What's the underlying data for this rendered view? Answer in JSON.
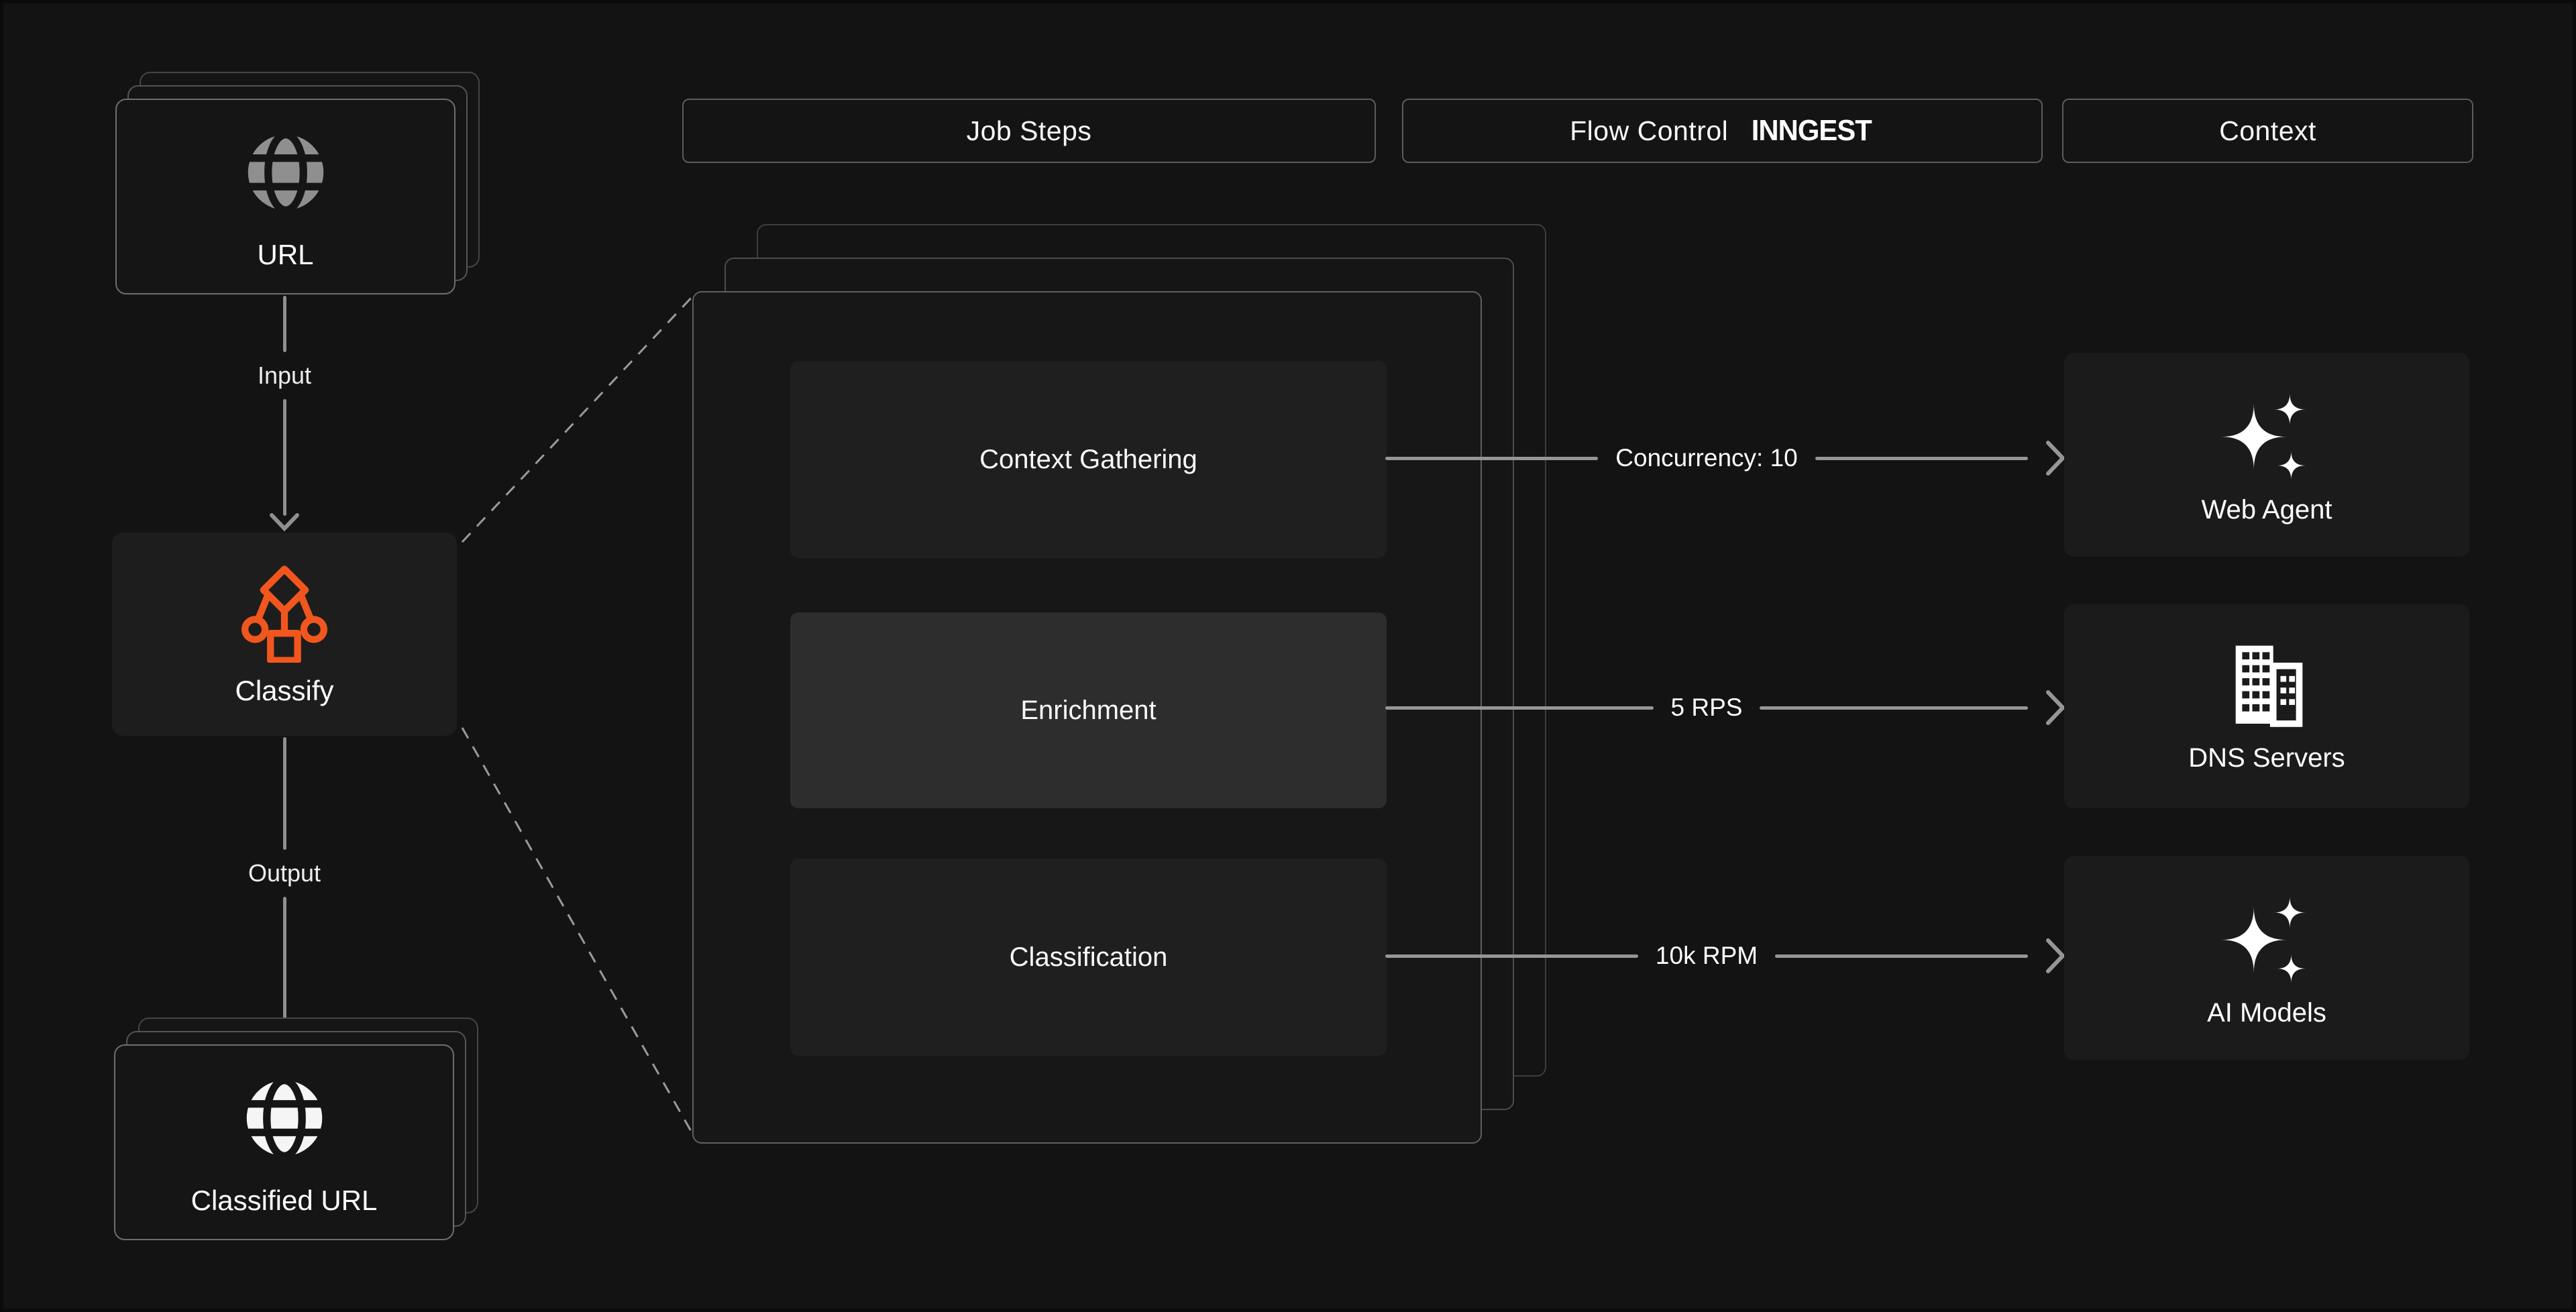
{
  "colors": {
    "background": "#131313",
    "accent_orange": "#F0561D",
    "arrow_gray": "#969696",
    "card_border": "#6E6E6E",
    "panel_bg": "#171717",
    "step_bg": "#1F1F1F",
    "step_highlight_bg": "#2D2D2D",
    "context_card_bg": "#1B1B1B"
  },
  "headers": {
    "job_steps": "Job Steps",
    "flow_control": "Flow Control",
    "flow_control_logo": "INNGEST",
    "context": "Context"
  },
  "input_pipeline": {
    "url_card": {
      "label": "URL",
      "icon": "globe-icon"
    },
    "input_arrow_label": "Input",
    "classify_card": {
      "label": "Classify",
      "icon": "workflow-icon"
    },
    "output_arrow_label": "Output",
    "classified_card": {
      "label": "Classified URL",
      "icon": "globe-icon"
    }
  },
  "job_steps_panel": {
    "steps": [
      {
        "label": "Context Gathering",
        "highlighted": false
      },
      {
        "label": "Enrichment",
        "highlighted": true
      },
      {
        "label": "Classification",
        "highlighted": false
      }
    ]
  },
  "flow_controls": [
    {
      "label": "Concurrency: 10"
    },
    {
      "label": "5 RPS"
    },
    {
      "label": "10k RPM"
    }
  ],
  "context_cards": [
    {
      "label": "Web Agent",
      "icon": "sparkles-icon"
    },
    {
      "label": "DNS Servers",
      "icon": "buildings-icon"
    },
    {
      "label": "AI Models",
      "icon": "sparkles-icon"
    }
  ]
}
